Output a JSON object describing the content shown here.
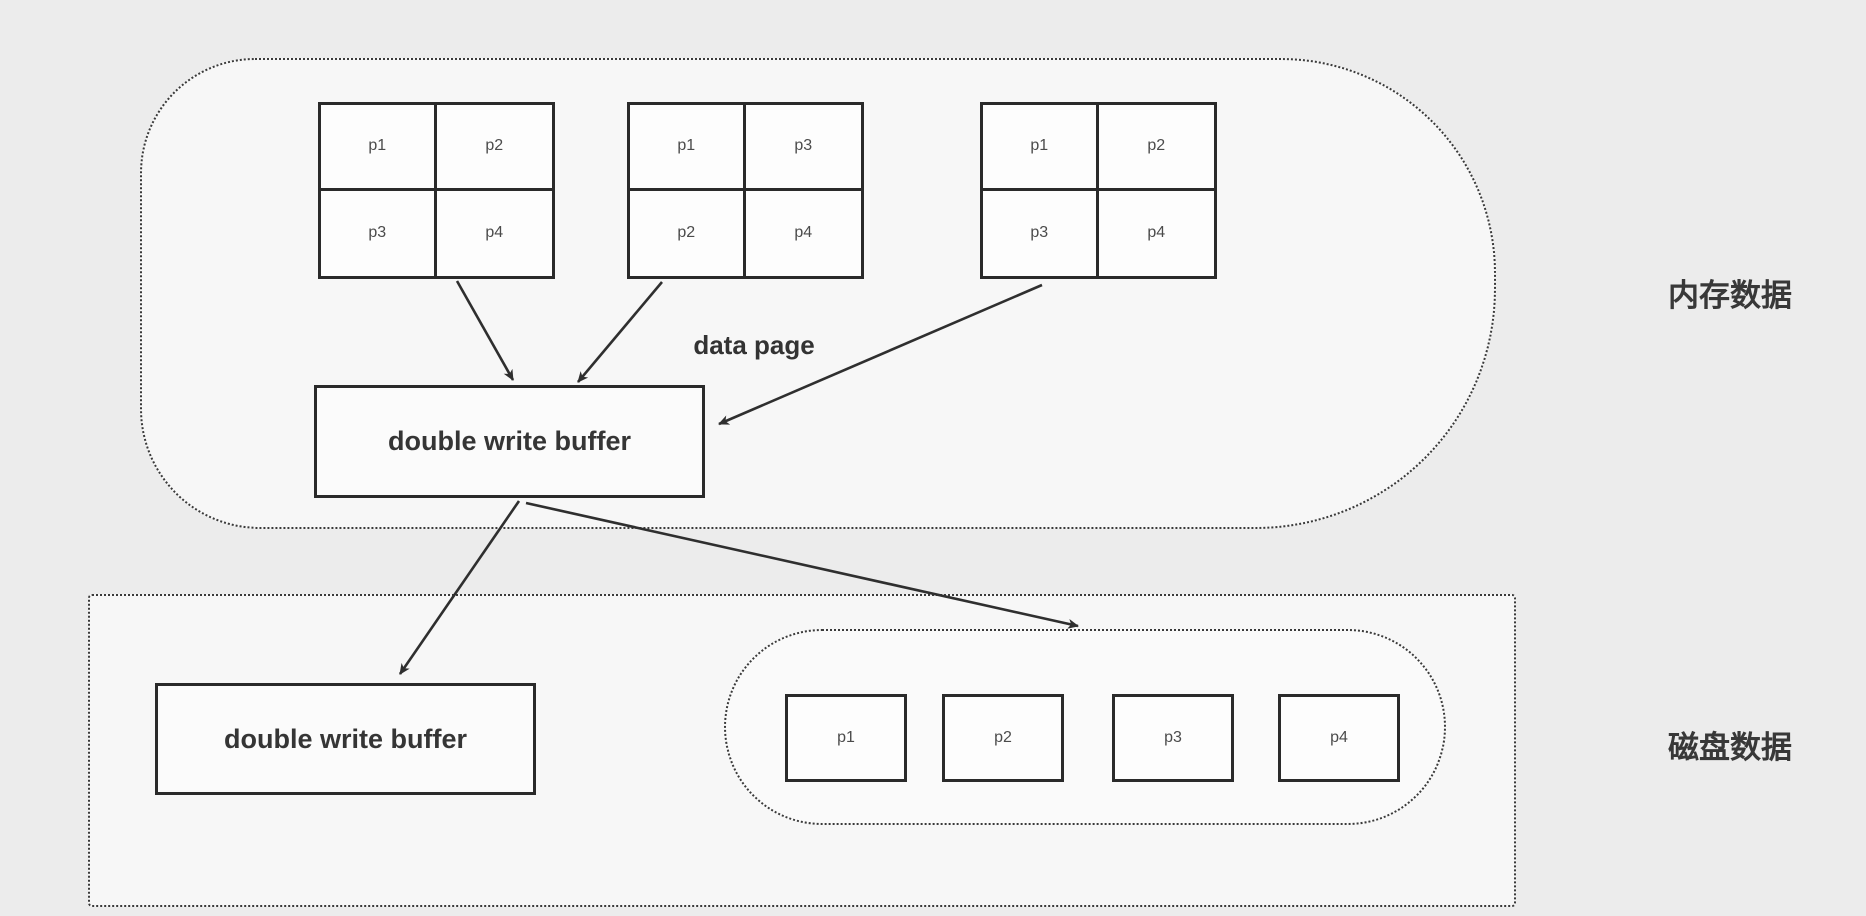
{
  "memory_region": {
    "label": "内存数据",
    "data_page_caption": "data page",
    "buffer_label": "double write buffer",
    "page_grids": [
      {
        "cells": [
          "p1",
          "p2",
          "p3",
          "p4"
        ]
      },
      {
        "cells": [
          "p1",
          "p3",
          "p2",
          "p4"
        ]
      },
      {
        "cells": [
          "p1",
          "p2",
          "p3",
          "p4"
        ]
      }
    ]
  },
  "disk_region": {
    "label": "磁盘数据",
    "buffer_label": "double write buffer",
    "data_area_pages": [
      "p1",
      "p2",
      "p3",
      "p4"
    ]
  },
  "colors": {
    "page_background": "#ececec",
    "region_fill": "#f7f7f7",
    "line": "#2a2a2a",
    "cell_fill": "#fdfdfd",
    "label_text": "#383838",
    "cell_text": "#4b4b4b"
  }
}
